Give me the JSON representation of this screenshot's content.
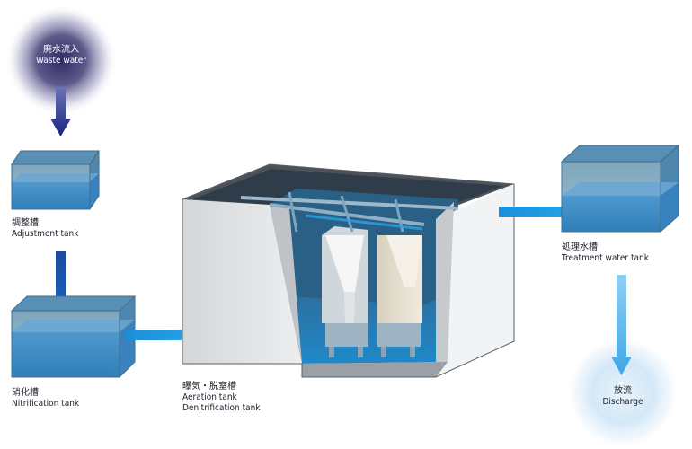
{
  "source": {
    "label_jp": "廃水流入",
    "label_en": "Waste water"
  },
  "adjustment_tank": {
    "label_jp": "調整槽",
    "label_en": "Adjustment tank"
  },
  "nitrification_tank": {
    "label_jp": "硝化槽",
    "label_en": "Nitrification tank"
  },
  "aeration_tank": {
    "label_jp": "曝気・脱窒槽",
    "label_en_1": "Aeration tank",
    "label_en_2": "Denitrification tank"
  },
  "treatment_tank": {
    "label_jp": "処理水槽",
    "label_en": "Treatment water tank"
  },
  "discharge": {
    "label_jp": "放流",
    "label_en": "Discharge"
  },
  "colors": {
    "water": "#3f8fc8",
    "arrow_dark": "#1a237e",
    "arrow_mid": "#1565c0",
    "arrow_light": "#29a3e6",
    "arrow_discharge": "#5fb8ee",
    "source_glow": "#5c5a8a",
    "discharge_glow": "#cfe6f6"
  },
  "icons": [
    "waste-water-source-glow",
    "discharge-glow",
    "flow-arrow"
  ]
}
